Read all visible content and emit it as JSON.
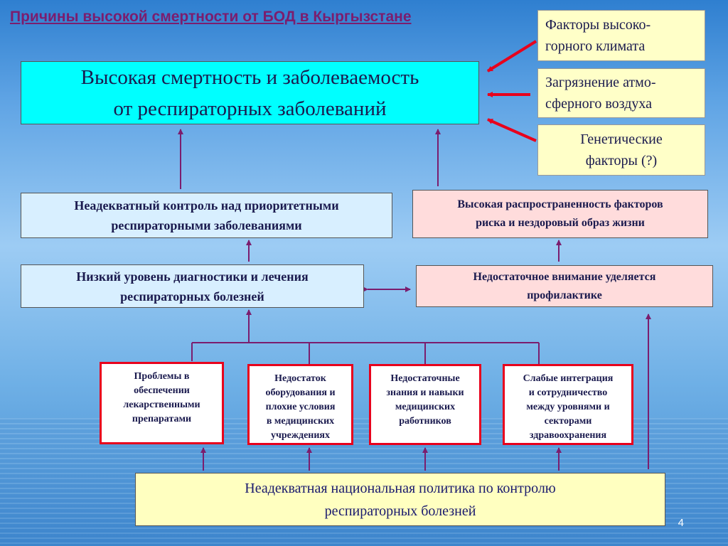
{
  "title": "Причины высокой смертности от БОД в Кыргызстане",
  "factors": {
    "climate": "Факторы высоко-\nгорного климата",
    "air": "Загрязнение атмо-\nсферного воздуха",
    "genetic": "Генетические\nфакторы (?)"
  },
  "main": "Высокая смертность и заболеваемость\nот респираторных заболеваний",
  "inadequate_control": "Неадекватный контроль над приоритетными\nреспираторными заболеваниями",
  "risk_factors": "Высокая распространенность факторов\nриска и нездоровый образ жизни",
  "low_diagnostics": "Низкий уровень диагностики и лечения\nреспираторных болезней",
  "prevention": "Недостаточное внимание уделяется\nпрофилактике",
  "causes": [
    "Проблемы в\nобеспечении\nлекарственными\nпрепаратами",
    "Недостаток\nоборудования и\nплохие условия\nв медицинских\nучреждениях",
    "Недостаточные\nзнания и навыки\nмедицинских\nработников",
    "Слабые интеграция\nи сотрудничество\nмежду уровнями и\nсекторами\nздравоохранения"
  ],
  "policy": "Неадекватная национальная политика по контролю\nреспираторных болезней",
  "page_number": "4",
  "colors": {
    "title": "#7b1d6e",
    "main_fill": "#00ffff",
    "factor_fill": "#ffffc8",
    "cause_border": "#e8001c",
    "arrow_red": "#e8001c",
    "arrow_purple": "#7b1d6e"
  }
}
